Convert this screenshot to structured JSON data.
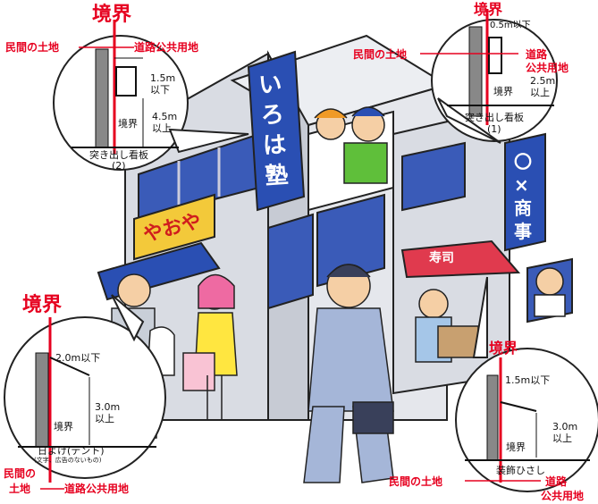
{
  "colors": {
    "boundary_red": "#e6001f",
    "building_gray": "#d4d7de",
    "sky_blue": "#3a5bb8"
  },
  "signs": {
    "iroha_juku": "いろは塾",
    "yaoya": "やおや",
    "marubatsu_shoji": "〇×商事",
    "shop_awning": "寿司"
  },
  "callouts": {
    "top_left": {
      "boundary": "境界",
      "private_land": "民間の土地",
      "public_road": "道路公共用地",
      "max_depth": "1.5m",
      "max_depth_cond": "以下",
      "min_height": "4.5m",
      "min_height_cond": "以上",
      "ground_label": "境界",
      "caption": "突き出し看板",
      "caption_num": "(2)"
    },
    "top_right": {
      "boundary": "境界",
      "private_land": "民間の土地",
      "public_road_1": "道路",
      "public_road_2": "公共用地",
      "max_depth": "0.5m以下",
      "min_height": "2.5m",
      "min_height_cond": "以上",
      "ground_label": "境界",
      "caption": "突き出し看板",
      "caption_num": "(1)"
    },
    "bottom_left": {
      "boundary": "境界",
      "private_land_1": "民間の",
      "private_land_2": "土地",
      "public_road": "道路公共用地",
      "max_depth": "2.0m以下",
      "min_height": "3.0m",
      "min_height_cond": "以上",
      "ground_label": "境界",
      "caption": "日よけ(テント)",
      "caption_note": "(文字、広告のないもの)"
    },
    "bottom_right": {
      "boundary": "境界",
      "private_land": "民間の土地",
      "public_road_1": "道路",
      "public_road_2": "公共用地",
      "max_depth": "1.5m以下",
      "min_height": "3.0m",
      "min_height_cond": "以上",
      "ground_label": "境界",
      "caption": "装飾ひさし"
    }
  }
}
